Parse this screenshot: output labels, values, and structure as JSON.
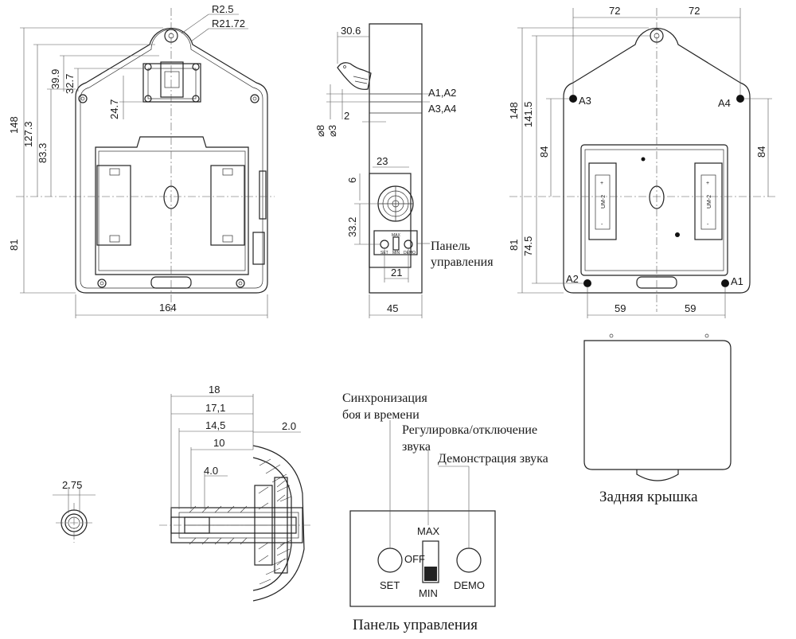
{
  "front_view": {
    "radius_small": "R2.5",
    "radius_large": "R21.72",
    "dim_width": "164",
    "dim_total_height": "148",
    "dim_upper": "127.3",
    "dim_mid": "83.3",
    "dim_lower": "81",
    "dim_a": "39.9",
    "dim_b": "32.7",
    "dim_c": "24.7"
  },
  "side_view": {
    "dim_top": "30.6",
    "dim_width": "45",
    "hole_big": "⌀8",
    "hole_small": "⌀3",
    "dim_gap": "2",
    "dim_speaker_w": "23",
    "dim_speaker_h": "6",
    "dim_speaker_v": "33.2",
    "dim_panel_w": "21",
    "label_a1a2": "A1,A2",
    "label_a3a4": "A3,A4",
    "panel_label_line1": "Панель",
    "panel_label_line2": "управления",
    "tiny_max": "MAX",
    "tiny_min": "MIN",
    "tiny_set": "SET",
    "tiny_demo": "DEMO"
  },
  "back_view": {
    "dim_left_half": "72",
    "dim_right_half": "72",
    "dim_total": "148",
    "dim_inner": "141.5",
    "dim_84_left": "84",
    "dim_84_right": "84",
    "dim_81": "81",
    "dim_745": "74.5",
    "dim_bottom_left": "59",
    "dim_bottom_right": "59",
    "mount_a3": "A3",
    "mount_a4": "A4",
    "mount_a2": "A2",
    "mount_a1": "A1",
    "battery_label": "UM-2",
    "battery_plus": "+",
    "battery_minus": "-"
  },
  "section_view": {
    "dim_18": "18",
    "dim_171": "17,1",
    "dim_145": "14,5",
    "dim_10": "10",
    "dim_40": "4.0",
    "dim_20": "2.0",
    "dim_275": "2.75"
  },
  "control_panel": {
    "callout_sync_1": "Синхронизация",
    "callout_sync_2": "боя и времени",
    "callout_volume_1": "Регулировка/отключение",
    "callout_volume_2": "звука",
    "callout_demo": "Демонстрация звука",
    "label_max": "MAX",
    "label_off": "OFF",
    "label_min": "MIN",
    "label_set": "SET",
    "label_demo": "DEMO",
    "caption": "Панель управления"
  },
  "back_cover": {
    "caption": "Задняя крышка"
  }
}
